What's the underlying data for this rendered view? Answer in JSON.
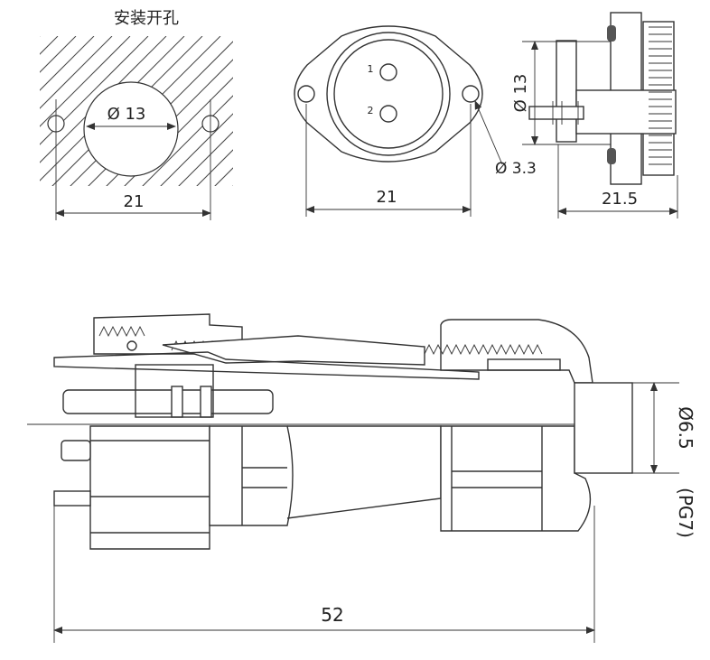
{
  "panel_cutout": {
    "title": "安装开孔",
    "hole_diameter": "Ø 13",
    "hole_spacing": "21"
  },
  "front_view": {
    "pin_1": "1",
    "pin_2": "2",
    "width": "21",
    "mount_hole": "Ø 3.3"
  },
  "side_view": {
    "diameter": "Ø 13",
    "length": "21.5"
  },
  "assembly_view": {
    "cable_diameter": "Ø6.5",
    "gland_size": "(PG7)",
    "total_length": "52"
  }
}
